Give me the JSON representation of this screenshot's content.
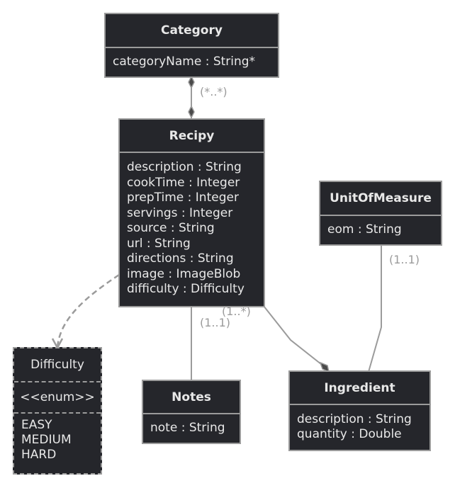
{
  "classes": {
    "category": {
      "name": "Category",
      "attributes": [
        "categoryName : String*"
      ]
    },
    "recipy": {
      "name": "Recipy",
      "attributes": [
        "description : String",
        "cookTime : Integer",
        "prepTime : Integer",
        "servings : Integer",
        "source : String",
        "url : String",
        "directions : String",
        "image : ImageBlob",
        "difficulty : Difficulty"
      ]
    },
    "unit_of_measure": {
      "name": "UnitOfMeasure",
      "attributes": [
        "eom : String"
      ]
    },
    "difficulty": {
      "name": "Difficulty",
      "stereotype": "<<enum>>",
      "values": [
        "EASY",
        "MEDIUM",
        "HARD"
      ]
    },
    "notes": {
      "name": "Notes",
      "attributes": [
        "note : String"
      ]
    },
    "ingredient": {
      "name": "Ingredient",
      "attributes": [
        "description : String",
        "quantity : Double"
      ]
    }
  },
  "relations": {
    "category_recipy": "(*..*)",
    "recipy_notes": "(1..1)",
    "recipy_ingredient": "(1..*)",
    "unit_ingredient": "(1..1)"
  },
  "colors": {
    "box_fill": "#25262b",
    "border": "#9b9b9b",
    "text": "#e8e8e8",
    "label": "#9b9b9b"
  }
}
